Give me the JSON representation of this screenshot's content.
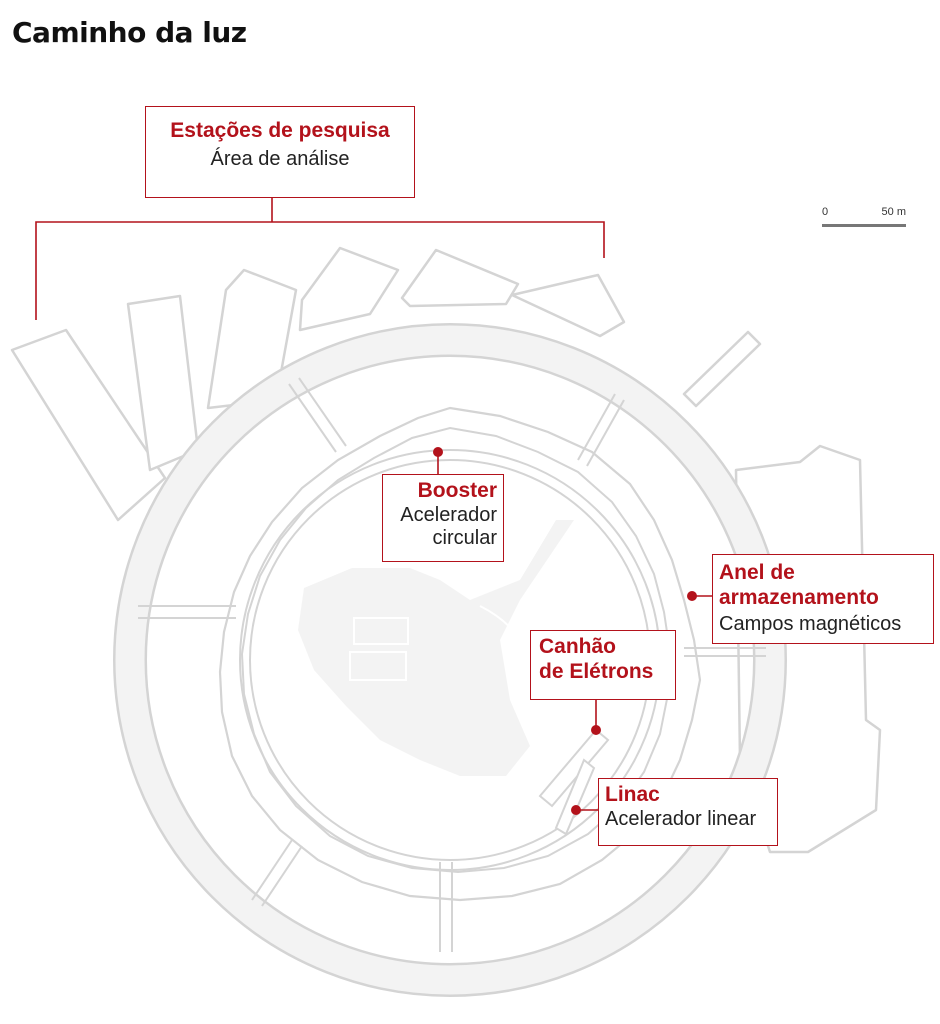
{
  "title": "Caminho da luz",
  "colors": {
    "accent": "#b3121b",
    "structure": "#d4d4d4",
    "fill": "#f3f3f3"
  },
  "scale": {
    "zero": "0",
    "fifty": "50 m"
  },
  "labels": {
    "estacoes": {
      "title": "Estações de pesquisa",
      "subtitle": "Área de análise"
    },
    "booster": {
      "title": "Booster",
      "subtitle_1": "Acelerador",
      "subtitle_2": "circular"
    },
    "anel": {
      "title_1": "Anel de",
      "title_2": "armazenamento",
      "subtitle": "Campos magnéticos"
    },
    "canhao": {
      "title_1": "Canhão",
      "title_2": "de Elétrons"
    },
    "linac": {
      "title": "Linac",
      "subtitle": "Acelerador linear"
    }
  }
}
